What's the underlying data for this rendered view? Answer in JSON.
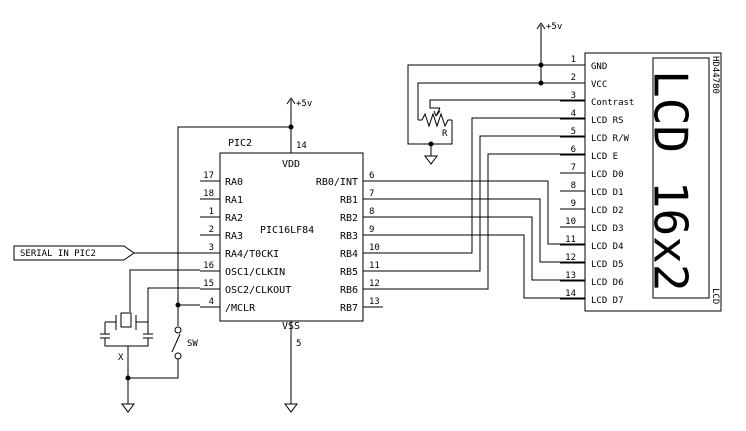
{
  "power": {
    "top": "+5v",
    "pic": "+5v"
  },
  "pic": {
    "ref": "PIC2",
    "part": "PIC16LF84",
    "vdd_label": "VDD",
    "vdd_pin": "14",
    "vss_label": "VSS",
    "vss_pin": "5",
    "left_pins": [
      {
        "num": "17",
        "name": "RA0"
      },
      {
        "num": "18",
        "name": "RA1"
      },
      {
        "num": "1",
        "name": "RA2"
      },
      {
        "num": "2",
        "name": "RA3"
      },
      {
        "num": "3",
        "name": "RA4/T0CKI"
      },
      {
        "num": "16",
        "name": "OSC1/CLKIN"
      },
      {
        "num": "15",
        "name": "OSC2/CLKOUT"
      },
      {
        "num": "4",
        "name": "/MCLR"
      }
    ],
    "right_pins": [
      {
        "num": "6",
        "name": "RB0/INT"
      },
      {
        "num": "7",
        "name": "RB1"
      },
      {
        "num": "8",
        "name": "RB2"
      },
      {
        "num": "9",
        "name": "RB3"
      },
      {
        "num": "10",
        "name": "RB4"
      },
      {
        "num": "11",
        "name": "RB5"
      },
      {
        "num": "12",
        "name": "RB6"
      },
      {
        "num": "13",
        "name": "RB7"
      }
    ]
  },
  "serial_label": "SERIAL IN PIC2",
  "crystal_label": "X",
  "switch_label": "SW",
  "pot_label": "R",
  "lcd": {
    "part": "HD44780",
    "side_label": "LCD",
    "display_text": "LCD 16x2",
    "pins": [
      {
        "num": "1",
        "name": "GND"
      },
      {
        "num": "2",
        "name": "VCC"
      },
      {
        "num": "3",
        "name": "Contrast"
      },
      {
        "num": "4",
        "name": "LCD RS"
      },
      {
        "num": "5",
        "name": "LCD R/W"
      },
      {
        "num": "6",
        "name": "LCD E"
      },
      {
        "num": "7",
        "name": "LCD D0"
      },
      {
        "num": "8",
        "name": "LCD D1"
      },
      {
        "num": "9",
        "name": "LCD D2"
      },
      {
        "num": "10",
        "name": "LCD D3"
      },
      {
        "num": "11",
        "name": "LCD D4"
      },
      {
        "num": "12",
        "name": "LCD D5"
      },
      {
        "num": "13",
        "name": "LCD D6"
      },
      {
        "num": "14",
        "name": "LCD D7"
      }
    ]
  }
}
